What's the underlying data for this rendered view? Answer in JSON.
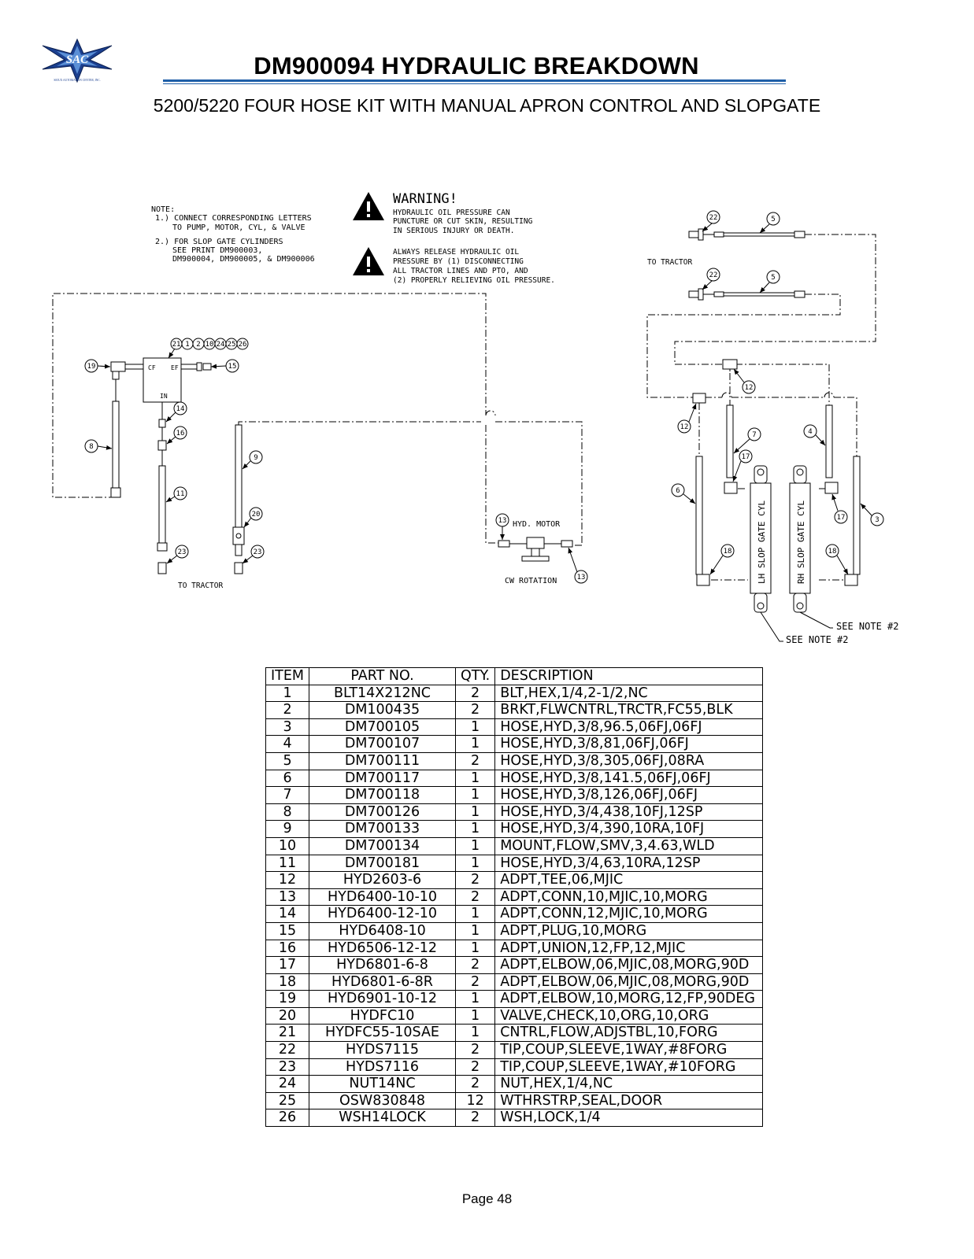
{
  "header": {
    "logo_text": "SAC",
    "logo_subtext": "SIOUX AUTOMATION CENTER, INC.",
    "title": "DM900094 HYDRAULIC BREAKDOWN",
    "subtitle": "5200/5220 FOUR HOSE KIT WITH MANUAL APRON CONTROL AND SLOPGATE"
  },
  "diagram": {
    "note_title": "NOTE:",
    "note1_line1": "1.) CONNECT CORRESPONDING LETTERS",
    "note1_line2": "TO PUMP, MOTOR, CYL, & VALVE",
    "note2_line1": "2.) FOR SLOP GATE CYLINDERS",
    "note2_line2": "SEE PRINT DM900003,",
    "note2_line3": "DM900004, DM900005, & DM900006",
    "warning_title": "WARNING!",
    "warning1_line1": "HYDRAULIC OIL PRESSURE CAN",
    "warning1_line2": "PUNCTURE OR CUT SKIN, RESULTING",
    "warning1_line3": "IN SERIOUS INJURY OR DEATH.",
    "warning2_line1": "ALWAYS RELEASE HYDRAULIC OIL",
    "warning2_line2": "PRESSURE BY (1) DISCONNECTING",
    "warning2_line3": "ALL TRACTOR LINES AND PTO, AND",
    "warning2_line4": "(2) PROPERLY RELIEVING OIL PRESSURE.",
    "to_tractor_left": "TO TRACTOR",
    "to_tractor_right": "TO TRACTOR",
    "hyd_motor": "HYD. MOTOR",
    "cw_rotation": "CW ROTATION",
    "port_cf": "CF",
    "port_ef": "EF",
    "port_in": "IN",
    "lh_cyl": "LH SLOP GATE CYL",
    "rh_cyl": "RH SLOP GATE CYL",
    "see_note_1": "SEE NOTE #2",
    "see_note_2": "SEE NOTE #2",
    "callouts": {
      "c21": "21",
      "c1": "1",
      "c2": "2",
      "c10": "10",
      "c24": "24",
      "c25": "25",
      "c26": "26",
      "c19": "19",
      "c15": "15",
      "c14": "14",
      "c16": "16",
      "c8": "8",
      "c11": "11",
      "c23a": "23",
      "c9": "9",
      "c20": "20",
      "c23b": "23",
      "c13a": "13",
      "c13b": "13",
      "c22a": "22",
      "c5a": "5",
      "c22b": "22",
      "c5b": "5",
      "c12a": "12",
      "c12b": "12",
      "c7": "7",
      "c4": "4",
      "c17a": "17",
      "c17b": "17",
      "c6": "6",
      "c3": "3",
      "c18a": "18",
      "c18b": "18"
    }
  },
  "parts_table": {
    "headers": [
      "ITEM",
      "PART NO.",
      "QTY.",
      "DESCRIPTION"
    ],
    "rows": [
      [
        "1",
        "BLT14X212NC",
        "2",
        "BLT,HEX,1/4,2-1/2,NC"
      ],
      [
        "2",
        "DM100435",
        "2",
        "BRKT,FLWCNTRL,TRCTR,FC55,BLK"
      ],
      [
        "3",
        "DM700105",
        "1",
        "HOSE,HYD,3/8,96.5,06FJ,06FJ"
      ],
      [
        "4",
        "DM700107",
        "1",
        "HOSE,HYD,3/8,81,06FJ,06FJ"
      ],
      [
        "5",
        "DM700111",
        "2",
        "HOSE,HYD,3/8,305,06FJ,08RA"
      ],
      [
        "6",
        "DM700117",
        "1",
        "HOSE,HYD,3/8,141.5,06FJ,06FJ"
      ],
      [
        "7",
        "DM700118",
        "1",
        "HOSE,HYD,3/8,126,06FJ,06FJ"
      ],
      [
        "8",
        "DM700126",
        "1",
        "HOSE,HYD,3/4,438,10FJ,12SP"
      ],
      [
        "9",
        "DM700133",
        "1",
        "HOSE,HYD,3/4,390,10RA,10FJ"
      ],
      [
        "10",
        "DM700134",
        "1",
        "MOUNT,FLOW,SMV,3,4.63,WLD"
      ],
      [
        "11",
        "DM700181",
        "1",
        "HOSE,HYD,3/4,63,10RA,12SP"
      ],
      [
        "12",
        "HYD2603-6",
        "2",
        "ADPT,TEE,06,MJIC"
      ],
      [
        "13",
        "HYD6400-10-10",
        "2",
        "ADPT,CONN,10,MJIC,10,MORG"
      ],
      [
        "14",
        "HYD6400-12-10",
        "1",
        "ADPT,CONN,12,MJIC,10,MORG"
      ],
      [
        "15",
        "HYD6408-10",
        "1",
        "ADPT,PLUG,10,MORG"
      ],
      [
        "16",
        "HYD6506-12-12",
        "1",
        "ADPT,UNION,12,FP,12,MJIC"
      ],
      [
        "17",
        "HYD6801-6-8",
        "2",
        "ADPT,ELBOW,06,MJIC,08,MORG,90D"
      ],
      [
        "18",
        "HYD6801-6-8R",
        "2",
        "ADPT,ELBOW,06,MJIC,08,MORG,90D"
      ],
      [
        "19",
        "HYD6901-10-12",
        "1",
        "ADPT,ELBOW,10,MORG,12,FP,90DEG"
      ],
      [
        "20",
        "HYDFC10",
        "1",
        "VALVE,CHECK,10,ORG,10,ORG"
      ],
      [
        "21",
        "HYDFC55-10SAE",
        "1",
        "CNTRL,FLOW,ADJSTBL,10,FORG"
      ],
      [
        "22",
        "HYDS7115",
        "2",
        "TIP,COUP,SLEEVE,1WAY,#8FORG"
      ],
      [
        "23",
        "HYDS7116",
        "2",
        "TIP,COUP,SLEEVE,1WAY,#10FORG"
      ],
      [
        "24",
        "NUT14NC",
        "2",
        "NUT,HEX,1/4,NC"
      ],
      [
        "25",
        "OSW830848",
        "12",
        "WTHRSTRP,SEAL,DOOR"
      ],
      [
        "26",
        "WSH14LOCK",
        "2",
        "WSH,LOCK,1/4"
      ]
    ]
  },
  "footer": {
    "page_label": "Page 48"
  },
  "colors": {
    "rule_blue": "#1f5fa8",
    "logo_blue": "#1b3f8f"
  }
}
